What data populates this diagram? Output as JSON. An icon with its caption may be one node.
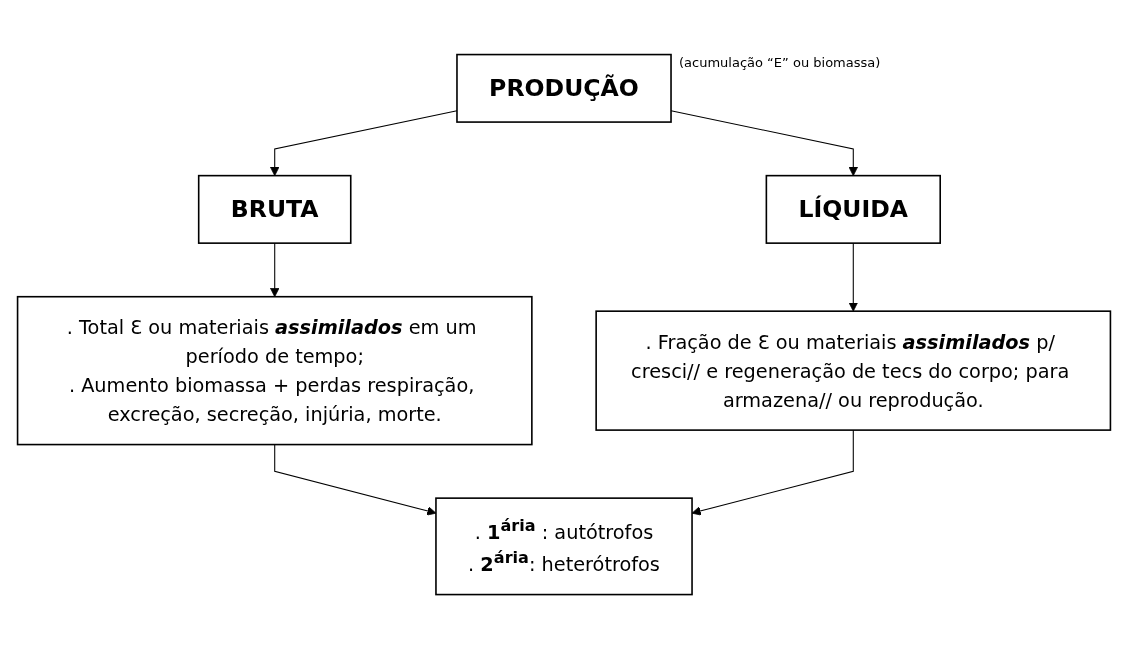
{
  "diagram": {
    "nodes": [
      {
        "text": [
          "**PRODUÇÃO**"
        ],
        "beside": [
          "(acumulação “E” ou biomassa)"
        ]
      },
      {
        "text": [
          "**BRUTA**"
        ]
      },
      {
        "text": [
          "**LÍQUIDA**"
        ]
      },
      {
        "text": [
          ". Total Ɛ ou materiais **assimilados** em um período de tempo;",
          ". Aumento biomassa + perdas respiração, excreção, secreção, injúria, morte."
        ]
      },
      {
        "text": [
          ". Fração de Ɛ ou materiais **assimilados** p/ cresci// e regeneração de tecs do corpo; para armazena// ou reprodução."
        ]
      },
      {
        "text": [
          ". **1$^{ária}$** : autótrofos",
          ". **2$^{ária}$**: heterótrofos"
        ]
      }
    ],
    "edges": [
      {
        "from": 0,
        "to": 1,
        "arrow": "to"
      },
      {
        "from": 0,
        "to": 2,
        "arrow": "to"
      },
      {
        "from": 1,
        "to": 3,
        "arrow": "to"
      },
      {
        "from": 2,
        "to": 4,
        "arrow": "to"
      },
      {
        "from": 3,
        "to": 5,
        "arrow": "to"
      },
      {
        "from": 4,
        "to": 5,
        "arrow": "to"
      }
    ]
  }
}
